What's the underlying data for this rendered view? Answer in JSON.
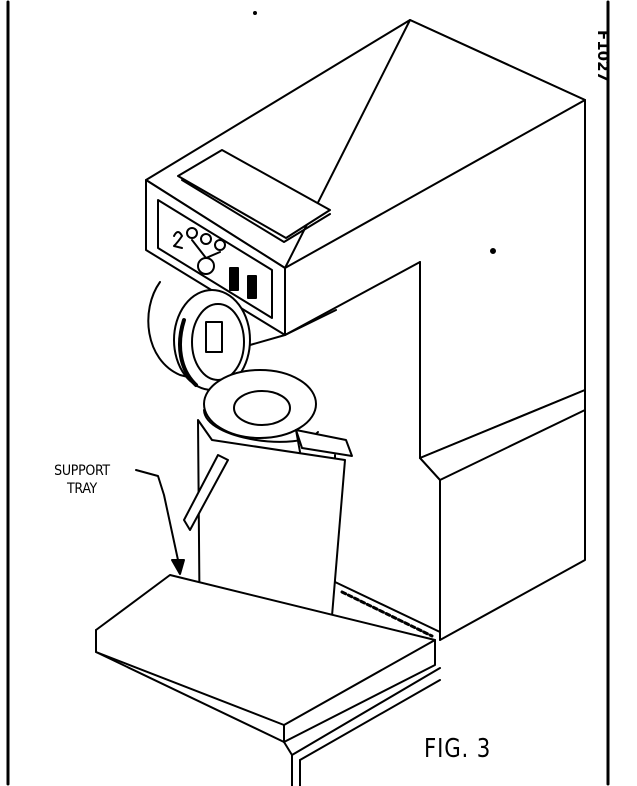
{
  "labels": {
    "callout_line1": "SUPPORT",
    "callout_line2": "TRAY",
    "figure_caption": "FIG. 3",
    "drawing_code": "F1027"
  }
}
